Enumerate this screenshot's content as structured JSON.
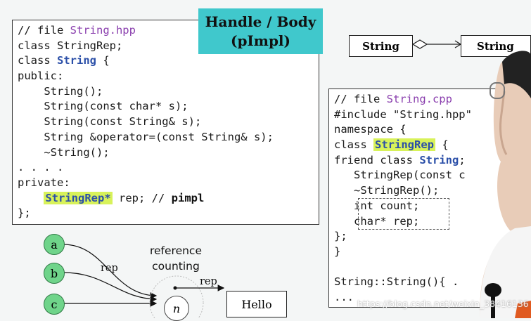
{
  "slide_title": {
    "line1": "Handle / Body",
    "line2": "(pImpl)"
  },
  "header_code": {
    "lines": [
      {
        "parts": [
          {
            "t": "// file ",
            "c": "kw"
          },
          {
            "t": "String.hpp",
            "c": "purple"
          }
        ]
      },
      {
        "parts": [
          {
            "t": "class StringRep;",
            "c": "kw"
          }
        ]
      },
      {
        "parts": [
          {
            "t": "class ",
            "c": "kw"
          },
          {
            "t": "String",
            "c": "blue"
          },
          {
            "t": " {",
            "c": "kw"
          }
        ]
      },
      {
        "parts": [
          {
            "t": "public:",
            "c": "kw"
          }
        ]
      },
      {
        "parts": [
          {
            "t": "    String();",
            "c": "kw"
          }
        ]
      },
      {
        "parts": [
          {
            "t": "    String(const char* s);",
            "c": "kw"
          }
        ]
      },
      {
        "parts": [
          {
            "t": "    String(const String& s);",
            "c": "kw"
          }
        ]
      },
      {
        "parts": [
          {
            "t": "    String &operator=(const String& s);",
            "c": "kw"
          }
        ]
      },
      {
        "parts": [
          {
            "t": "    ~String();",
            "c": "kw"
          }
        ]
      },
      {
        "parts": [
          {
            "t": ". . . .",
            "c": "kw"
          }
        ]
      },
      {
        "parts": [
          {
            "t": "private:",
            "c": "kw"
          }
        ]
      },
      {
        "parts": [
          {
            "t": "    ",
            "c": "kw"
          },
          {
            "t": "StringRep*",
            "c": "blue hl"
          },
          {
            "t": " rep; // ",
            "c": "kw"
          },
          {
            "t": "pimpl",
            "c": "bold"
          }
        ]
      },
      {
        "parts": [
          {
            "t": "};",
            "c": "kw"
          }
        ]
      }
    ]
  },
  "cpp_code": {
    "lines": [
      {
        "parts": [
          {
            "t": "// file ",
            "c": "kw"
          },
          {
            "t": "String.cpp",
            "c": "purple"
          }
        ]
      },
      {
        "parts": [
          {
            "t": "#include \"String.hpp\"",
            "c": "kw"
          }
        ]
      },
      {
        "parts": [
          {
            "t": "namespace {",
            "c": "kw"
          }
        ]
      },
      {
        "parts": [
          {
            "t": "class ",
            "c": "kw"
          },
          {
            "t": "StringRep",
            "c": "blue hl"
          },
          {
            "t": " {",
            "c": "kw"
          }
        ]
      },
      {
        "parts": [
          {
            "t": "friend class ",
            "c": "kw"
          },
          {
            "t": "String",
            "c": "blue"
          },
          {
            "t": ";",
            "c": "kw"
          }
        ]
      },
      {
        "parts": [
          {
            "t": "   StringRep(const c",
            "c": "kw"
          }
        ]
      },
      {
        "parts": [
          {
            "t": "   ~StringRep();",
            "c": "kw"
          }
        ]
      },
      {
        "parts": [
          {
            "t": "   int count;",
            "c": "kw"
          }
        ]
      },
      {
        "parts": [
          {
            "t": "   char* rep;",
            "c": "kw"
          }
        ]
      },
      {
        "parts": [
          {
            "t": "};",
            "c": "kw"
          }
        ]
      },
      {
        "parts": [
          {
            "t": "}",
            "c": "kw"
          }
        ]
      },
      {
        "parts": [
          {
            "t": "",
            "c": "kw"
          }
        ]
      },
      {
        "parts": [
          {
            "t": "String::String(){ .",
            "c": "kw"
          }
        ]
      },
      {
        "parts": [
          {
            "t": "...",
            "c": "kw"
          }
        ]
      }
    ]
  },
  "uml": {
    "left_class": "String",
    "right_class": "String"
  },
  "refcount_diagram": {
    "handles": [
      "a",
      "b",
      "c"
    ],
    "rep_label_left": "rep",
    "caption_line1": "reference",
    "caption_line2": "counting",
    "counter_label": "n",
    "rep_label_right": "rep",
    "body_text": "Hello"
  },
  "watermark": "https://blog.csdn.net/weixin_38416136",
  "colors": {
    "title_bg": "#40c8cc",
    "highlight": "#d8f25a",
    "handle_circle": "#6fd48a",
    "keyword_blue": "#2b4fa8",
    "filename_purple": "#8a3fae"
  }
}
